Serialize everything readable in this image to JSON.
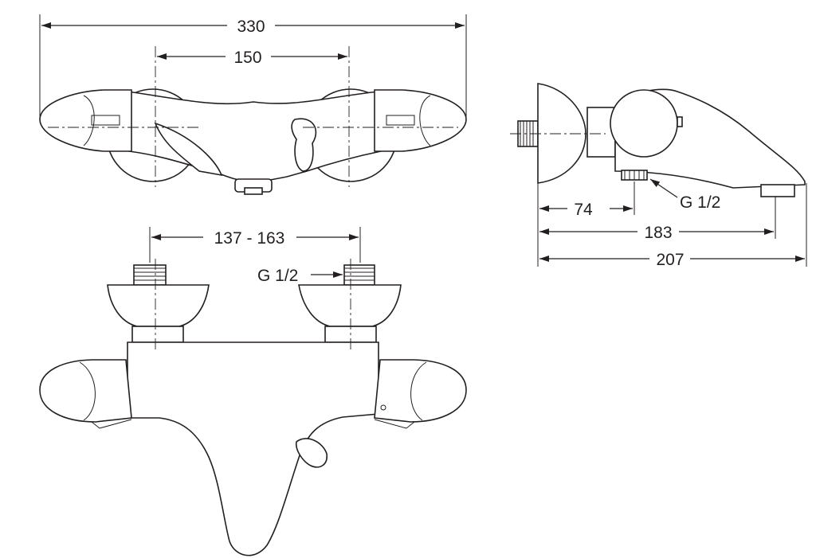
{
  "dimensions": {
    "overall_width": "330",
    "top_center_distance": "150",
    "inlet_spacing": "137 - 163",
    "inlet_thread_front": "G 1/2",
    "side_depth_to_inlet": "74",
    "side_depth_to_spout": "183",
    "side_total_depth": "207",
    "outlet_thread_side": "G 1/2"
  }
}
